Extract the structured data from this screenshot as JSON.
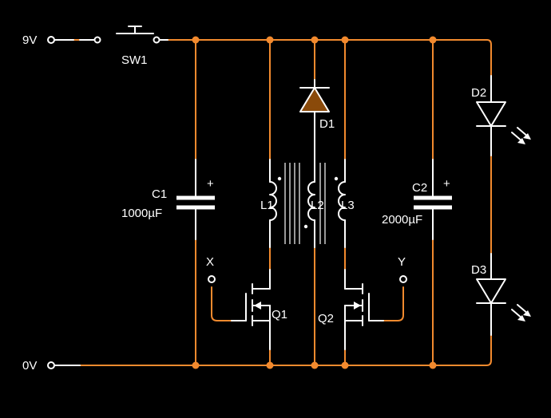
{
  "colors": {
    "background": "#000000",
    "wire": "#f28a2e",
    "component": "#ffffff",
    "diode_fill": "#8a4a0a"
  },
  "terminals": {
    "positive": "9V",
    "ground": "0V",
    "probe_x": "X",
    "probe_y": "Y"
  },
  "components": {
    "sw1": {
      "label": "SW1"
    },
    "c1": {
      "label": "C1",
      "value": "1000µF",
      "polarity": "+"
    },
    "c2": {
      "label": "C2",
      "value": "2000µF",
      "polarity": "+"
    },
    "l1": {
      "label": "L1"
    },
    "l2": {
      "label": "L2"
    },
    "l3": {
      "label": "L3"
    },
    "d1": {
      "label": "D1"
    },
    "d2": {
      "label": "D2"
    },
    "d3": {
      "label": "D3"
    },
    "q1": {
      "label": "Q1"
    },
    "q2": {
      "label": "Q2"
    }
  }
}
